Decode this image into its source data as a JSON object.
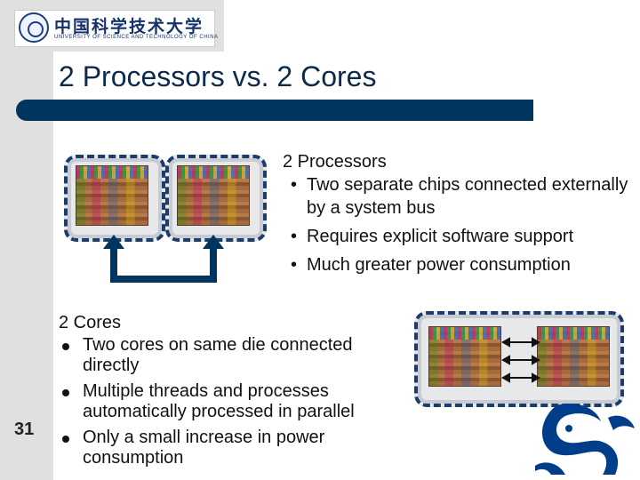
{
  "logo": {
    "name_cn": "中国科学技术大学",
    "name_en": "UNIVERSITY OF SCIENCE AND TECHNOLOGY OF CHINA"
  },
  "slide": {
    "title": "2 Processors vs. 2 Cores",
    "number": "31",
    "accent_color": "#003560"
  },
  "processors": {
    "heading": "2 Processors",
    "bullet_glyph": "•",
    "items": [
      "Two separate chips connected externally by a system bus",
      "Requires explicit software support",
      "Much greater power consumption"
    ]
  },
  "cores": {
    "heading": "2 Cores",
    "items": [
      "Two cores on same die connected directly",
      "Multiple threads and processes automatically processed in parallel",
      "Only a small increase in power consumption"
    ]
  },
  "icons": [
    "university-seal-icon",
    "cpu-die-icon",
    "system-bus-arrow-icon",
    "double-arrow-icon",
    "dragon-emblem-icon"
  ]
}
